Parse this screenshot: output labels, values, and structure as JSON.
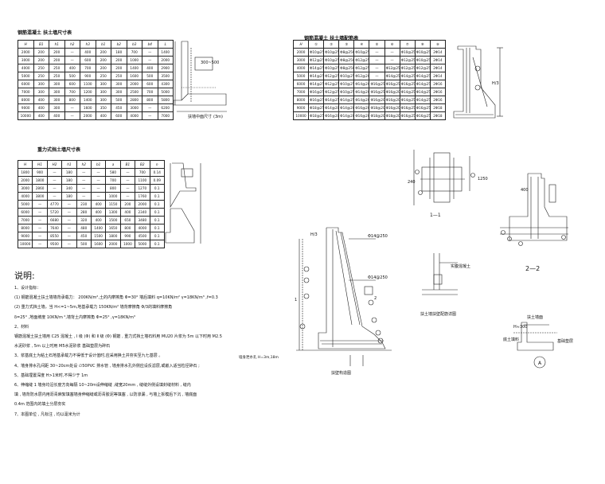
{
  "table1": {
    "title": "钢筋混凝土 扶土墙尺寸表",
    "headers": [
      "H",
      "B1",
      "h1",
      "h2",
      "h3",
      "b1",
      "b2",
      "b3",
      "b4",
      "L"
    ],
    "rows": [
      [
        "2000",
        "200",
        "200",
        "—",
        "400",
        "200",
        "180",
        "700",
        "—",
        "1400"
      ],
      [
        "3000",
        "200",
        "200",
        "—",
        "600",
        "200",
        "200",
        "1000",
        "—",
        "2000"
      ],
      [
        "4000",
        "250",
        "250",
        "400",
        "700",
        "200",
        "200",
        "1400",
        "400",
        "2900"
      ],
      [
        "5000",
        "250",
        "250",
        "500",
        "900",
        "250",
        "250",
        "1600",
        "500",
        "3500"
      ],
      [
        "6000",
        "300",
        "300",
        "600",
        "1100",
        "300",
        "300",
        "2000",
        "600",
        "4300"
      ],
      [
        "7000",
        "300",
        "300",
        "700",
        "1200",
        "300",
        "300",
        "2500",
        "700",
        "5000"
      ],
      [
        "8000",
        "400",
        "300",
        "800",
        "1400",
        "300",
        "500",
        "2800",
        "800",
        "5800"
      ],
      [
        "9000",
        "400",
        "300",
        "—",
        "1600",
        "350",
        "450",
        "3000",
        "—",
        "6200"
      ],
      [
        "10000",
        "400",
        "400",
        "—",
        "2000",
        "400",
        "600",
        "4000",
        "—",
        "7000"
      ]
    ],
    "sketch_note": "扶墙中面尺寸",
    "sketch_caption": "扶壁式挡土墙",
    "sketch_dim": "(3m)"
  },
  "table2": {
    "title": "钢筋混凝土 扶土墙配筋表",
    "headers": [
      "H",
      "①",
      "②",
      "③",
      "④",
      "⑤",
      "⑥",
      "⑦",
      "⑧",
      "⑨"
    ],
    "rows": [
      [
        "2000",
        "Φ10@250",
        "Φ10@250",
        "Φ8@250",
        "Φ10@250",
        "—",
        "—",
        "Φ10@250",
        "Φ10@250",
        "2Φ14"
      ],
      [
        "3000",
        "Φ12@250",
        "Φ10@250",
        "Φ8@250",
        "Φ12@250",
        "—",
        "—",
        "Φ12@250",
        "Φ10@250",
        "2Φ14"
      ],
      [
        "4000",
        "Φ14@250",
        "Φ10@250",
        "Φ8@250",
        "Φ12@250",
        "—",
        "Φ12@250",
        "Φ12@250",
        "Φ12@250",
        "2Φ14"
      ],
      [
        "5000",
        "Φ14@250",
        "Φ12@250",
        "Φ10@250",
        "Φ12@200",
        "—",
        "Φ14@250",
        "Φ14@250",
        "Φ14@250",
        "2Φ14"
      ],
      [
        "6000",
        "Φ14@250",
        "Φ12@250",
        "Φ10@250",
        "Φ14@200",
        "Φ16@250",
        "Φ16@250",
        "Φ16@250",
        "Φ14@250",
        "2Φ16"
      ],
      [
        "7000",
        "Φ16@250",
        "Φ12@250",
        "Φ10@250",
        "Φ14@200",
        "Φ16@250",
        "Φ16@200",
        "Φ14@250",
        "Φ14@250",
        "2Φ16"
      ],
      [
        "8000",
        "Φ16@250",
        "Φ14@250",
        "Φ14@250",
        "Φ14@200",
        "Φ16@200",
        "Φ16@200",
        "Φ14@250",
        "Φ14@250",
        "2Φ16"
      ],
      [
        "9000",
        "Φ18@250",
        "Φ14@200",
        "Φ14@200",
        "Φ16@200",
        "Φ18@200",
        "Φ16@200",
        "Φ16@250",
        "Φ16@250",
        "2Φ18"
      ],
      [
        "10000",
        "Φ18@250",
        "Φ16@200",
        "Φ14@200",
        "Φ16@200",
        "Φ18@200",
        "Φ18@200",
        "Φ16@250",
        "Φ16@250",
        "2Φ18"
      ]
    ],
    "sketch_label": "H/3"
  },
  "table3": {
    "title": "重力式挡土墙尺寸表",
    "headers": [
      "H",
      "H1",
      "H2",
      "h1",
      "h2",
      "b1",
      "a",
      "B1",
      "B2",
      "n"
    ],
    "rows": [
      [
        "1800",
        "900",
        "—",
        "180",
        "—",
        "—",
        "580",
        "—",
        "700",
        "0.14"
      ],
      [
        "2000",
        "1800",
        "—",
        "180",
        "—",
        "—",
        "700",
        "—",
        "1100",
        "0.09"
      ],
      [
        "3000",
        "2860",
        "—",
        "340",
        "—",
        "—",
        "800",
        "—",
        "1270",
        "0.1"
      ],
      [
        "4000",
        "3800",
        "—",
        "180",
        "—",
        "—",
        "1000",
        "—",
        "1760",
        "0.1"
      ],
      [
        "5000",
        "—",
        "4770",
        "—",
        "230",
        "400",
        "1150",
        "200",
        "2000",
        "0.1"
      ],
      [
        "6000",
        "—",
        "5720",
        "—",
        "280",
        "400",
        "1300",
        "400",
        "2340",
        "0.1"
      ],
      [
        "7000",
        "—",
        "6680",
        "—",
        "320",
        "400",
        "1500",
        "650",
        "3480",
        "0.1"
      ],
      [
        "8000",
        "—",
        "7640",
        "—",
        "480",
        "1400",
        "1650",
        "800",
        "4000",
        "0.1"
      ],
      [
        "9000",
        "—",
        "8550",
        "—",
        "450",
        "1500",
        "1800",
        "990",
        "4500",
        "0.1"
      ],
      [
        "10000",
        "—",
        "9500",
        "—",
        "500",
        "1600",
        "2000",
        "1000",
        "5000",
        "0.1"
      ]
    ]
  },
  "notes": {
    "heading": "说明:",
    "lines": [
      "1、设计指标：",
      "(1) 钢筋混凝土扶土墙墙背承载力：          200KN/m²,土的内摩擦角    Φ=30°  墙后填料    q=10KN/m²  γ=18KN/m³  ,f=0.3",
      "(2) 重力式挡土墙，当        H<=1~5m,地基承载力              150KN/m²   墙背摩擦角                    Φ/3的填料摩擦角",
      "     δ=25°  ,地面坡度      10KN/m  ²,墙背土内摩擦角              Φ=25°  ,γ=18KN/m³",
      "2、材料",
      "     钢筋混凝土扶土墙用          C25 混凝土  ,  Ⅰ 级 (Φ) 和 Ⅱ 级 (Φ) 钢筋  ,  重力式挡土墙石料用        MU20  片浆为      5m 以下时用   M2.5",
      "     水泥砂浆    ,   5m  以上时用    M5水泥砂浆         基础垫层为碎石",
      "3、浆基底土为粘土石地基承载力不得低于设计值时,应采用换土并夯实至九七基层 。",
      "4、墙身排水孔间距          30~20cm处设            ∅50PVC  排水管    , 墙身排水孔外侧应设反滤层,或嵌入适当粒径碎石  ;",
      "5、基础埋置深度          H>1米时,不得少于                    1m",
      "6、伸缩缝   1  墙身均沿长度方向每隔           10~20m设伸缩缝  ,缝宽20mm          ,   缝缝外侧设填封缝材料    ,   缝内",
      "     填   ,  墙背防水层内用沥青麻絮填塞墙身伸缩缝或沥青胶泥等填塞  ,   以防渗漏  ,   与墙上拆模后下沉  ,   墙底面",
      "     0.4m  范围内的填土分层夯实",
      "7、本图单位 ,  凡标注            ,  均以毫米为计"
    ],
    "side_note": "墙身泄水孔     H=3m,18m"
  },
  "drawing_labels": {
    "section_1_1": "1—1",
    "section_2_2": "2—2",
    "elevation_caption": "扶壁构造图",
    "detail_caption": "扶土墙扶壁配筋详图",
    "detail_a": "A",
    "label_top": "扶土墙面",
    "label_soil": "底土填料",
    "label_base": "基础垫层",
    "label_mid": "实腹混凝土",
    "rebar_a": "Φ14@250",
    "rebar_b": "Φ14@250",
    "dim_240": "240",
    "dim_400": "400",
    "dim_1250": "1250",
    "dim_300": "300~500",
    "dim_h": "H/3",
    "num_1": "1",
    "num_2": "2",
    "small_note": "H≈300"
  }
}
